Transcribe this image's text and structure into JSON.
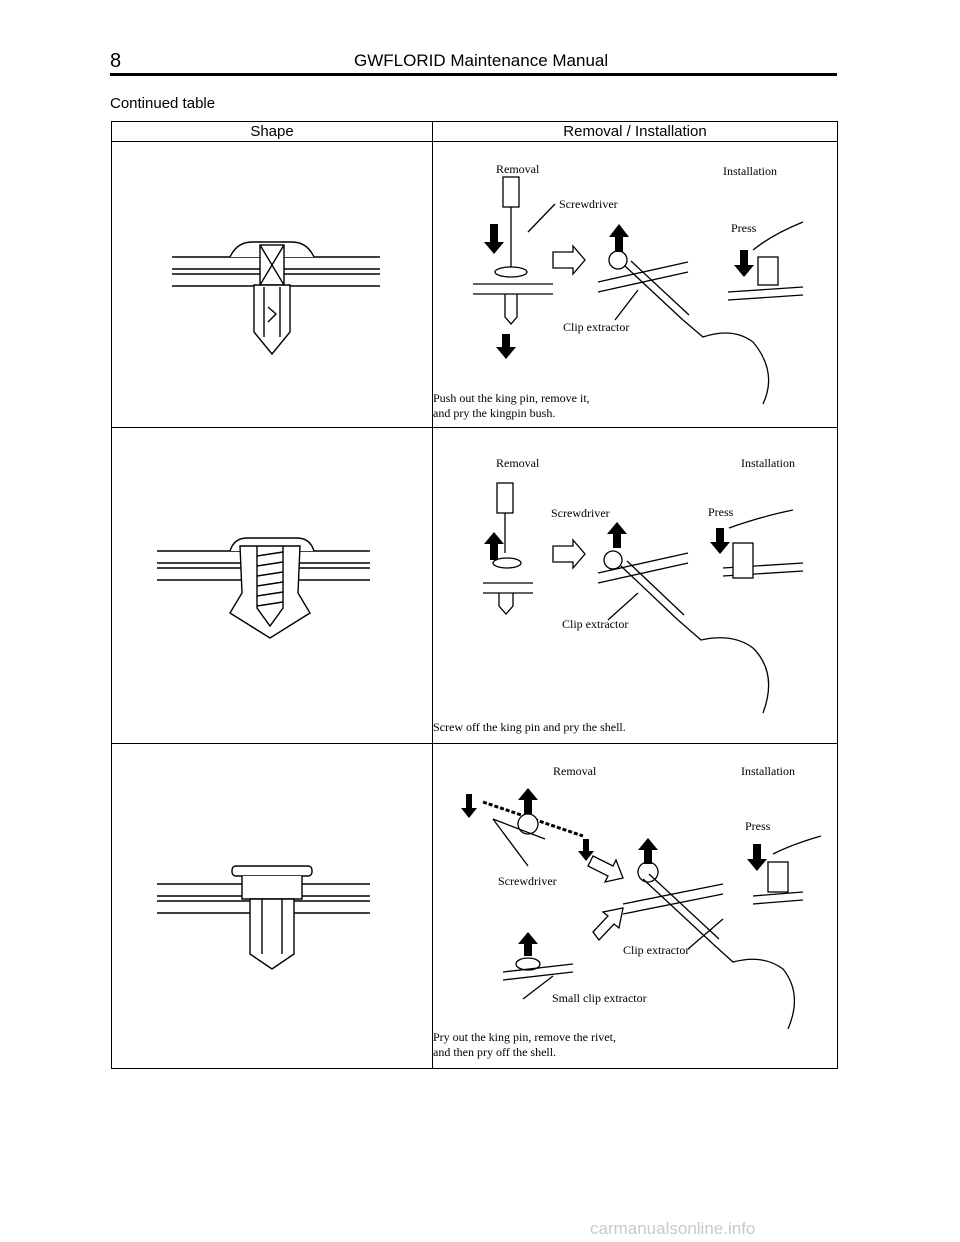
{
  "header": {
    "page_number": "8",
    "title": "GWFLORID Maintenance Manual"
  },
  "caption": "Continued table",
  "table": {
    "columns": [
      "Shape",
      "Removal / Installation"
    ],
    "rows": [
      {
        "labels": {
          "removal": "Removal",
          "installation": "Installation",
          "screwdriver": "Screwdriver",
          "press": "Press",
          "clip_extractor": "Clip extractor"
        },
        "description": [
          "Push out the king pin, remove it,",
          "and pry the kingpin bush."
        ]
      },
      {
        "labels": {
          "removal": "Removal",
          "installation": "Installation",
          "screwdriver": "Screwdriver",
          "press": "Press",
          "clip_extractor": "Clip extractor"
        },
        "description": [
          "Screw off the king pin and pry the shell."
        ]
      },
      {
        "labels": {
          "removal": "Removal",
          "installation": "Installation",
          "screwdriver": "Screwdriver",
          "press": "Press",
          "clip_extractor": "Clip extractor",
          "small_clip_extractor": "Small clip extractor"
        },
        "description": [
          "Pry out the king pin, remove the rivet,",
          "and then pry off the shell."
        ]
      }
    ]
  },
  "watermark": "carmanualsonline.info"
}
